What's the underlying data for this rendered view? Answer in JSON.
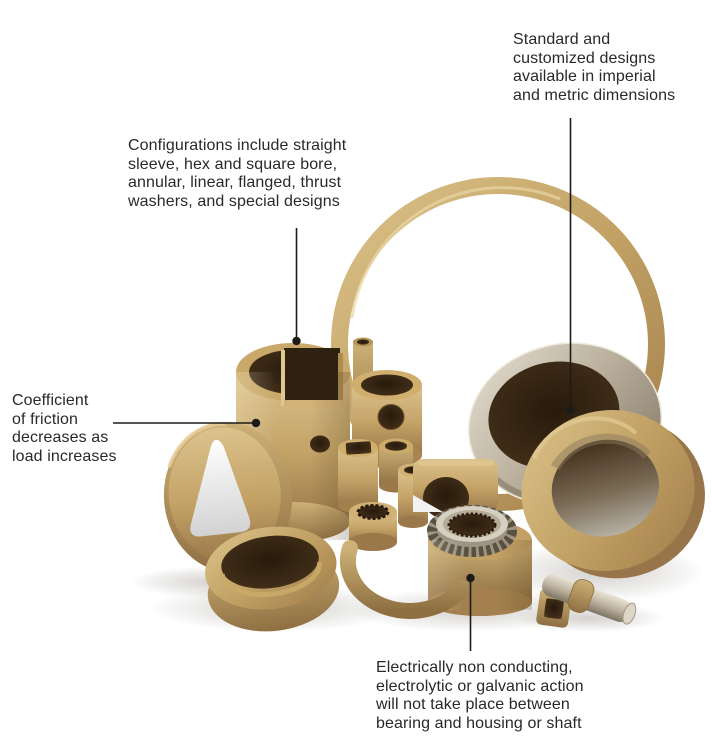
{
  "callouts": {
    "standard_designs": {
      "lines": [
        "Standard and",
        "customized designs",
        "available in imperial",
        "and metric dimensions"
      ]
    },
    "configurations": {
      "lines": [
        "Configurations include straight",
        "sleeve, hex and square bore,",
        "annular, linear, flanged, thrust",
        "washers, and special designs"
      ]
    },
    "friction": {
      "lines": [
        "Coefficient",
        "of friction",
        "decreases as",
        "load increases"
      ]
    },
    "electrical": {
      "lines": [
        "Electrically non conducting,",
        "electrolytic or galvanic action",
        "will not take place between",
        "bearing and housing or shaft"
      ]
    }
  },
  "colors": {
    "background": "#ffffff",
    "text": "#2b2927",
    "leader_line": "#1c1b19",
    "bearing_tan_light": "#dcc28c",
    "bearing_tan_mid": "#c3a266",
    "bearing_tan_dark": "#8f6f42",
    "bore_brown": "#3a2a16",
    "steel_light": "#e6e0d2",
    "steel_dark": "#7d7260"
  }
}
